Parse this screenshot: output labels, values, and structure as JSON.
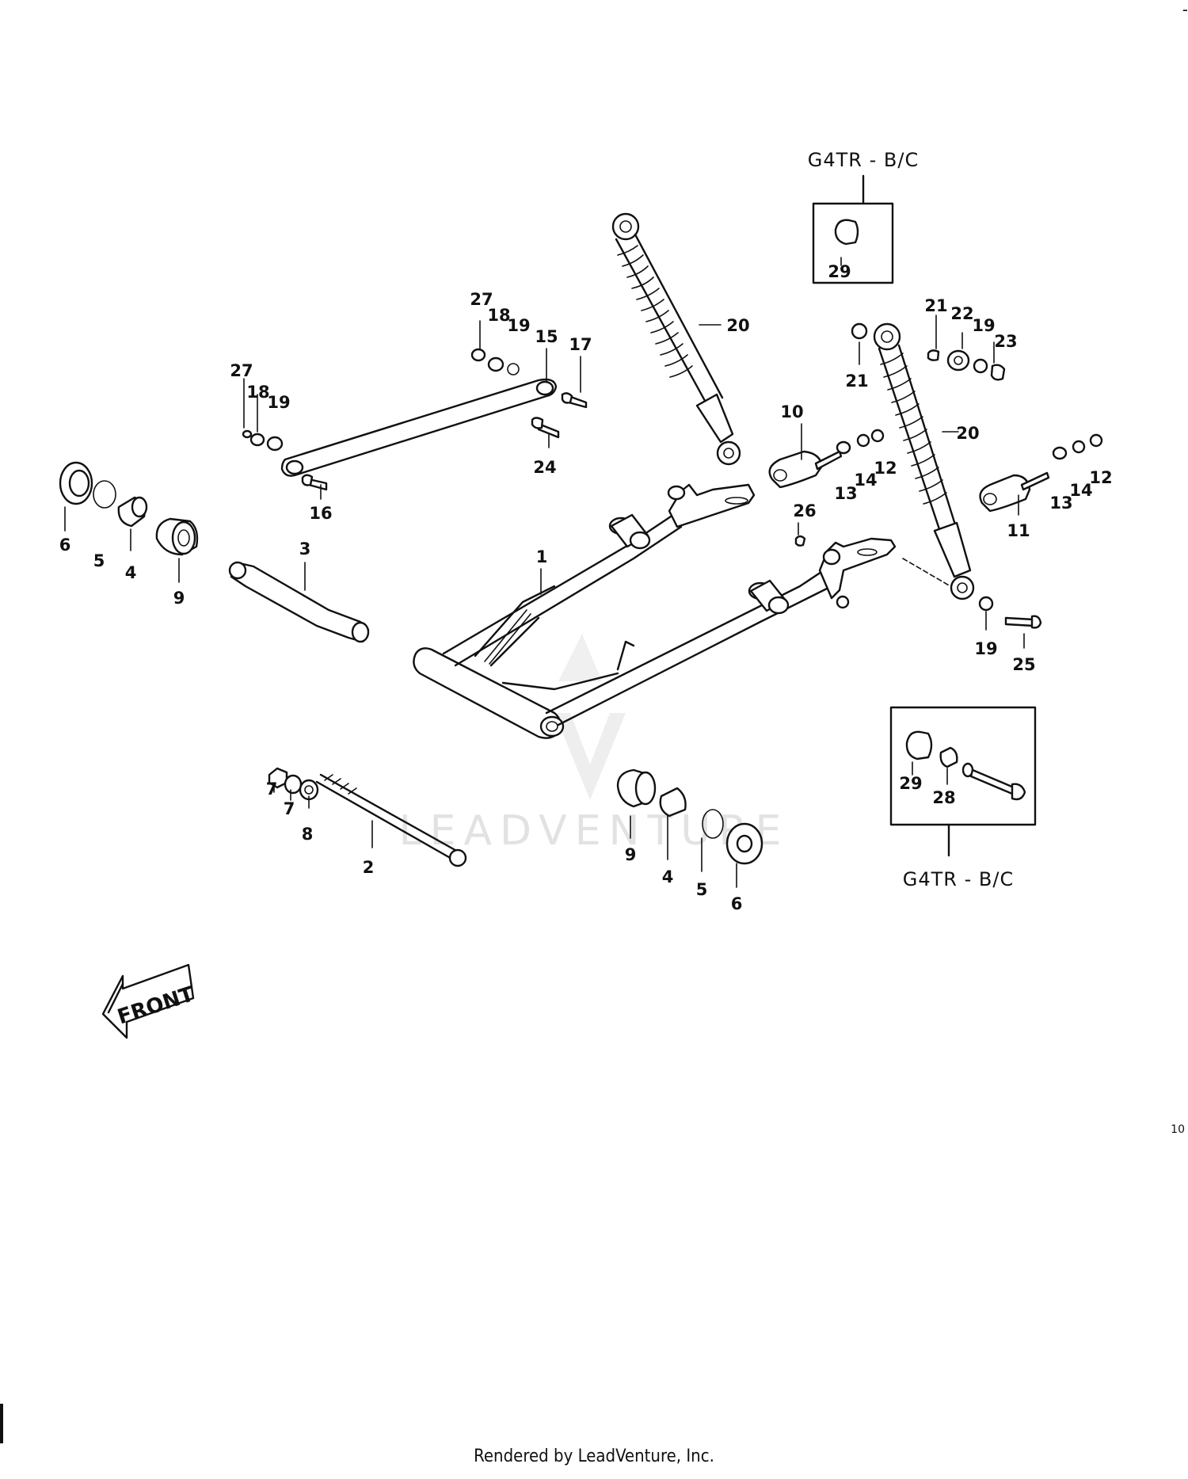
{
  "diagram": {
    "variant_box_label": "G4TR - B/C",
    "front_label": "FRONT",
    "watermark": "LEADVENTURE",
    "callouts": {
      "p1": "1",
      "p2": "2",
      "p3": "3",
      "p4a": "4",
      "p4b": "4",
      "p5a": "5",
      "p5b": "5",
      "p6a": "6",
      "p6b": "6",
      "p7a": "7",
      "p7b": "7",
      "p8": "8",
      "p9a": "9",
      "p9b": "9",
      "p10": "10",
      "p11": "11",
      "p12a": "12",
      "p12b": "12",
      "p13a": "13",
      "p13b": "13",
      "p14a": "14",
      "p14b": "14",
      "p15": "15",
      "p16": "16",
      "p17": "17",
      "p18a": "18",
      "p18b": "18",
      "p19a": "19",
      "p19b": "19",
      "p19c": "19",
      "p19d": "19",
      "p20a": "20",
      "p20b": "20",
      "p21a": "21",
      "p21b": "21",
      "p22": "22",
      "p23": "23",
      "p24": "24",
      "p25": "25",
      "p26": "26",
      "p27a": "27",
      "p27b": "27",
      "p28": "28",
      "p29a": "29",
      "p29b": "29"
    }
  },
  "footer": {
    "text": "Rendered by LeadVenture, Inc."
  },
  "margin_marks": {
    "right_number": "10",
    "top_right": "-"
  }
}
